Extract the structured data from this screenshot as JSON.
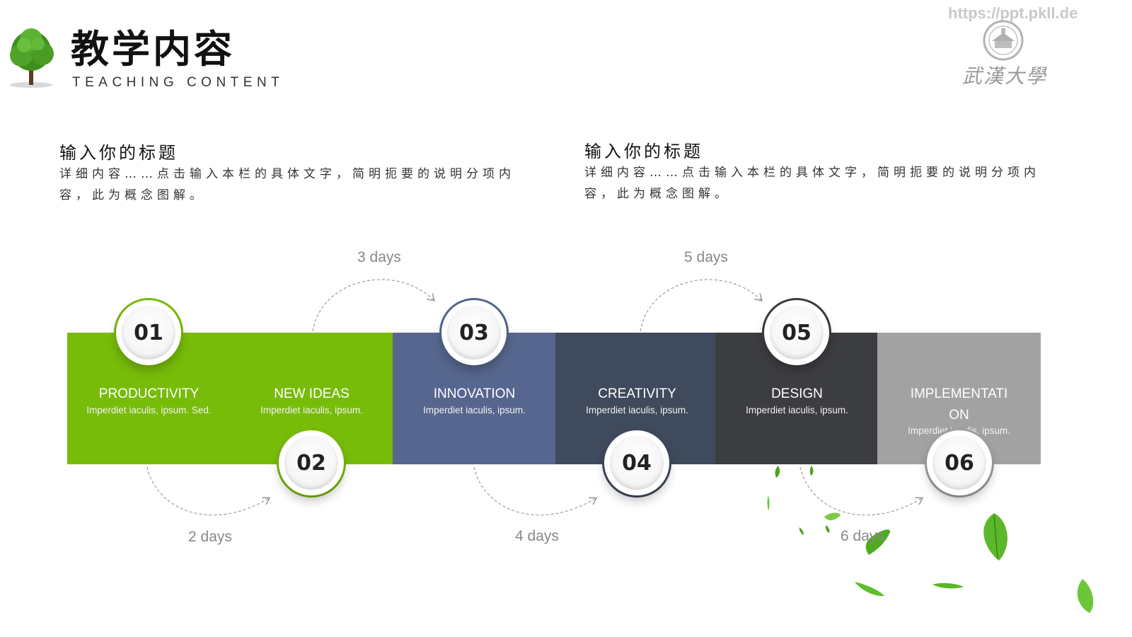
{
  "header": {
    "title": "教学内容",
    "subtitle": "TEACHING CONTENT",
    "watermark": "https://ppt.pkll.de",
    "logo_script": "武漢大學"
  },
  "blocks": [
    {
      "heading": "输入你的标题",
      "body": "详细内容……点击输入本栏的具体文字，简明扼要的说明分项内容，此为概念图解。"
    },
    {
      "heading": "输入你的标题",
      "body": "详细内容……点击输入本栏的具体文字，简明扼要的说明分项内容，此为概念图解。"
    }
  ],
  "steps": [
    {
      "number": "01",
      "title": "PRODUCTIVITY",
      "text": "Imperdiet iaculis, ipsum. Sed.",
      "color": "#78bc0a"
    },
    {
      "number": "02",
      "title": "NEW IDEAS",
      "text": "Imperdiet iaculis, ipsum.",
      "color": "#78bc0a"
    },
    {
      "number": "03",
      "title": "INNOVATION",
      "text": "Imperdiet iaculis, ipsum.",
      "color": "#56668e"
    },
    {
      "number": "04",
      "title": "CREATIVITY",
      "text": "Imperdiet iaculis, ipsum.",
      "color": "#3f4a5c"
    },
    {
      "number": "05",
      "title": "DESIGN",
      "text": "Imperdiet iaculis, ipsum.",
      "color": "#3c3d41"
    },
    {
      "number": "06",
      "title": "IMPLEMENTATION",
      "text": "Imperdiet iaculis, ipsum.",
      "color": "#a2a2a2"
    }
  ],
  "durations": [
    "2 days",
    "3 days",
    "4 days",
    "5 days",
    "6 days"
  ],
  "colors": {
    "green": "#78bc0a",
    "slate_blue": "#56668e",
    "dark_slate": "#3f4a5c",
    "charcoal": "#3c3d41",
    "gray": "#a2a2a2"
  },
  "icons": [
    "tree-icon",
    "university-seal-icon",
    "leaf-icon"
  ]
}
